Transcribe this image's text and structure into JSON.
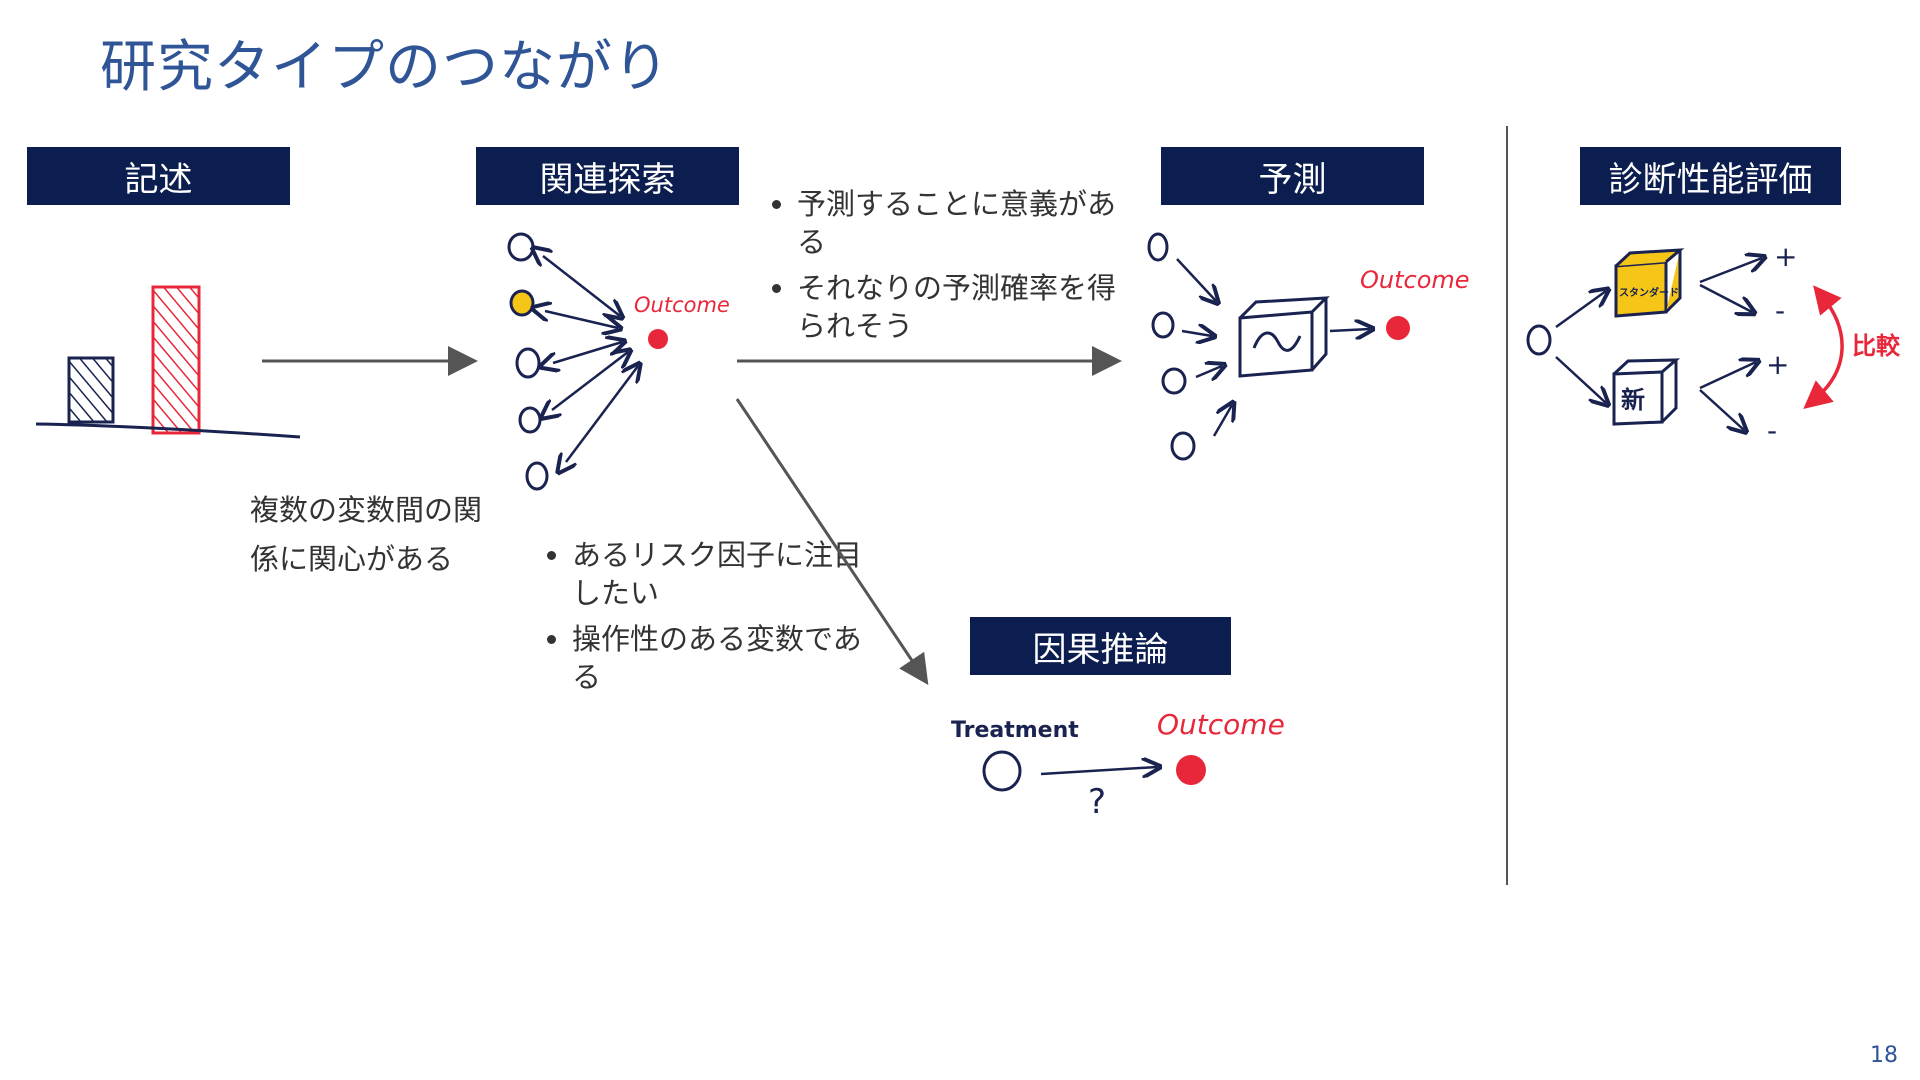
{
  "title": "研究タイプのつながり",
  "boxes": {
    "describe": "記述",
    "association": "関連探索",
    "prediction": "予測",
    "diagnostic": "診断性能評価",
    "causal": "因果推論"
  },
  "notes": {
    "describe_line1": "複数の変数間の関",
    "describe_line2": "係に関心がある"
  },
  "bullets_prediction": [
    "予測することに意義がある",
    "それなりの予測確率を得られそう"
  ],
  "bullets_causal": [
    "あるリスク因子に注目したい",
    "操作性のある変数である"
  ],
  "handwritten": {
    "outcome_assoc": "Outcome",
    "outcome_pred": "Outcome",
    "outcome_causal": "Outcome",
    "treatment": "Treatment",
    "question": "?",
    "standard_box": "スタンダード",
    "new_box": "新",
    "compare": "比較",
    "plus": "+",
    "minus": "-"
  },
  "colors": {
    "title": "#2f5597",
    "box_bg": "#0b1e4f",
    "ink": "#1a2350",
    "red": "#e8283a",
    "yellow": "#f5c518"
  },
  "page_number": "18"
}
